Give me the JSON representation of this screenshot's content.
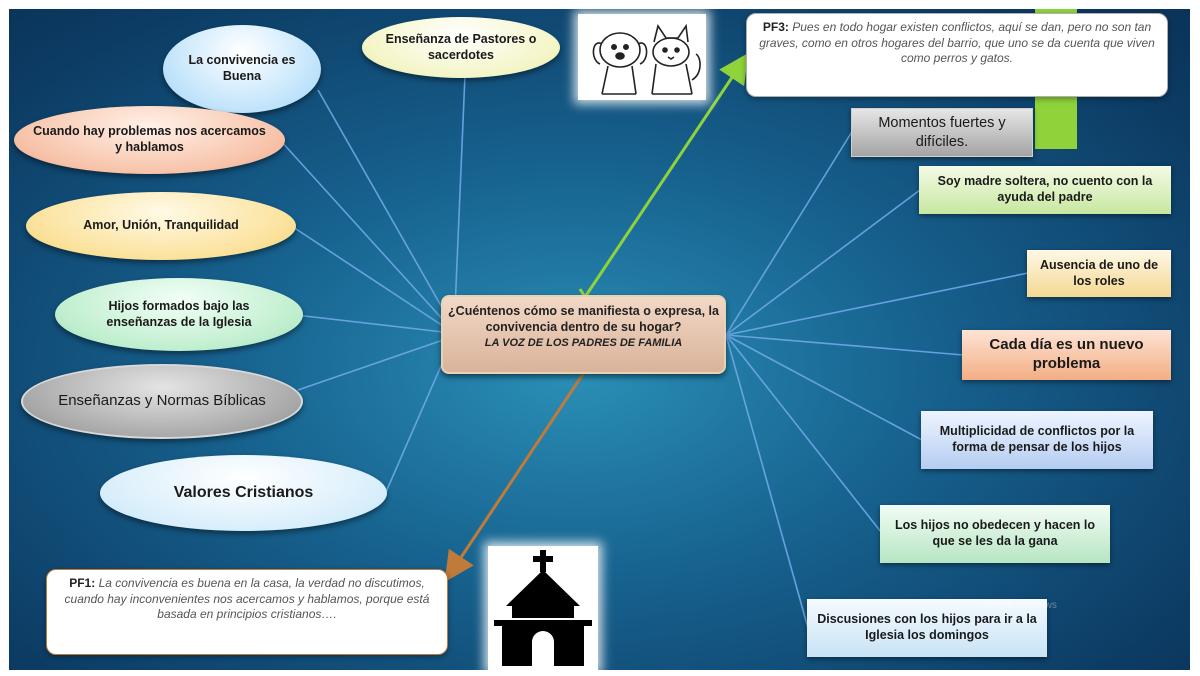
{
  "center": {
    "question": "¿Cuéntenos cómo se manifiesta o expresa, la convivencia dentro de su hogar?",
    "subtitle": "LA VOZ DE LOS PADRES DE FAMILIA"
  },
  "left_nodes": [
    {
      "text": "La convivencia es Buena"
    },
    {
      "text": "Enseñanza de Pastores o sacerdotes"
    },
    {
      "text": "Cuando hay problemas nos acercamos y hablamos"
    },
    {
      "text": "Amor, Unión, Tranquilidad"
    },
    {
      "text": "Hijos formados bajo las enseñanzas de la Iglesia"
    },
    {
      "text": "Enseñanzas y Normas Bíblicas"
    },
    {
      "text": "Valores Cristianos"
    }
  ],
  "right_nodes": [
    {
      "text": "Momentos fuertes y difíciles."
    },
    {
      "text": "Soy madre soltera, no cuento con la ayuda del padre"
    },
    {
      "text": "Ausencia de uno de los roles"
    },
    {
      "text": "Cada día es un nuevo problema"
    },
    {
      "text": "Multiplicidad de conflictos por la forma de pensar de los hijos"
    },
    {
      "text": "Los hijos no obedecen y hacen lo que se les da la gana"
    },
    {
      "text": "Discusiones con los hijos para ir a la Iglesia los domingos"
    }
  ],
  "quotes": {
    "pf3_label": "PF3:",
    "pf3_text": "Pues en todo hogar existen conflictos, aquí se dan, pero no son tan graves, como en otros hogares del barrio, que uno se da cuenta que viven como perros y gatos.",
    "pf1_label": "PF1:",
    "pf1_text": "La convivencia es buena en la casa, la verdad no discutimos, cuando hay inconvenientes nos acercamos y hablamos, porque está basada en principios cristianos…."
  },
  "icons": [
    "dog-and-cat-icon",
    "church-icon"
  ],
  "watermark": "Activar Windows",
  "colors": {
    "background_center": "#2a8fb6",
    "background_edge": "#0a3358",
    "connector": "#6fa8e8",
    "arrow_green": "#8fd23a",
    "arrow_brown": "#c07a3a"
  }
}
